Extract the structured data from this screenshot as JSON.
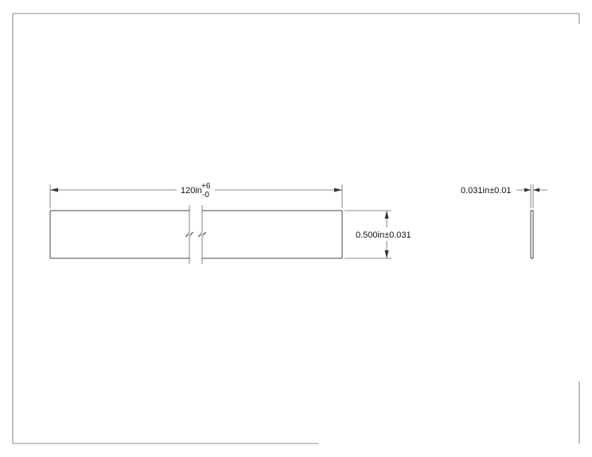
{
  "drawing": {
    "length_dimension": {
      "value": "120in",
      "tolerance_plus": "+6",
      "tolerance_minus": "-0"
    },
    "width_dimension": {
      "value": "0.500in±0.031"
    },
    "thickness_dimension": {
      "value": "0.031in±0.01"
    },
    "line_color": "#555555",
    "background_color": "#ffffff"
  }
}
